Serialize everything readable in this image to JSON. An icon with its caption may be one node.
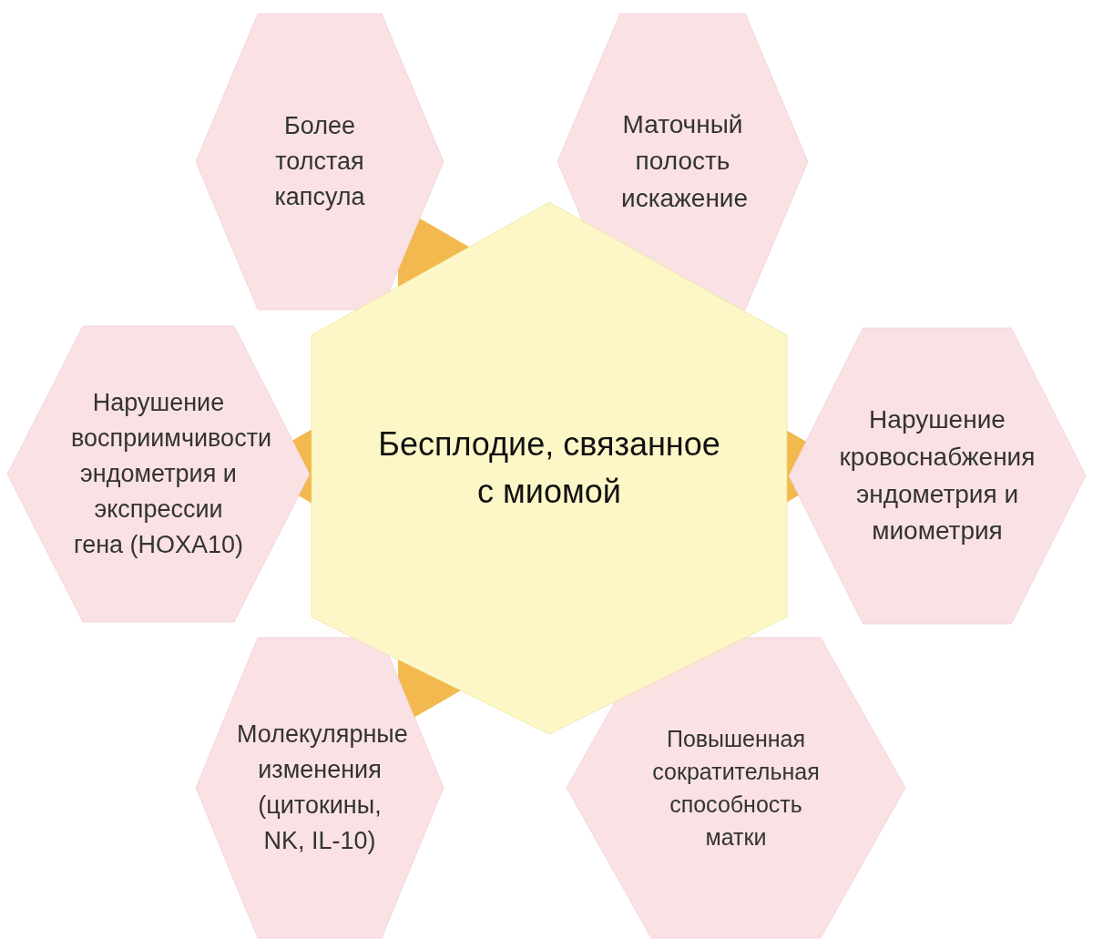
{
  "diagram": {
    "nodes": [
      {
        "text": [
          "Более толстая капсула"
        ]
      },
      {
        "text": [
          "Маточный полость искажение"
        ]
      },
      {
        "text": [
          "Нарушение восприимчивости эндометрия и экспрессии гена (HOXA10)"
        ]
      },
      {
        "text": [
          "Бесплодие, связанное с миомой"
        ]
      },
      {
        "text": [
          "Нарушение кровоснабжения эндометрия и миометрия"
        ]
      },
      {
        "text": [
          "Молекулярные изменения (цитокины, NK, IL-10)"
        ]
      },
      {
        "text": [
          "Повышенная сократительная способность матки"
        ]
      }
    ]
  }
}
